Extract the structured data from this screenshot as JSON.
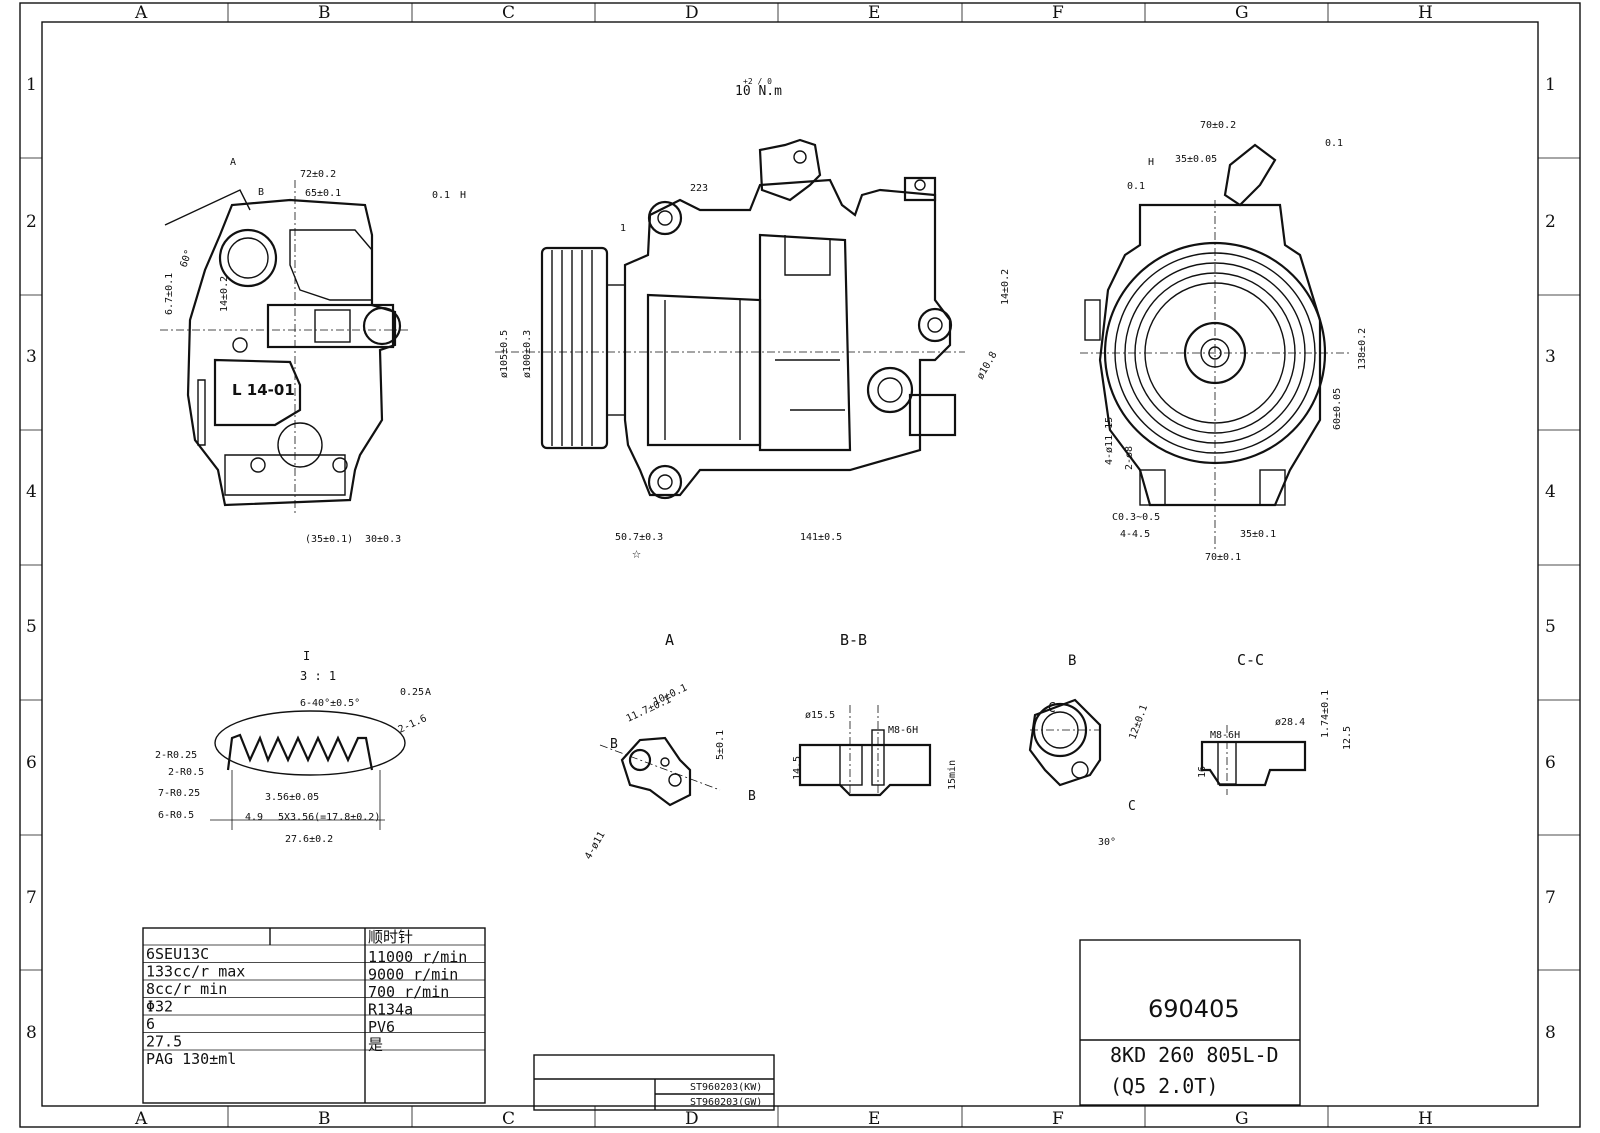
{
  "grid": {
    "cols": [
      "A",
      "B",
      "C",
      "D",
      "E",
      "F",
      "G",
      "H"
    ],
    "rows": [
      "1",
      "2",
      "3",
      "4",
      "5",
      "6",
      "7",
      "8"
    ]
  },
  "views": {
    "side_left": {
      "label_plate": "L 14-01",
      "dims": [
        "72±0.2",
        "65±0.1",
        "0.1",
        "H",
        "A",
        "B",
        "14±0.2",
        "(35±0.1)",
        "30±0.3",
        "60°",
        "6.7±0.1"
      ]
    },
    "front": {
      "torque": "10 N.m",
      "torque_tol": "+2 / 0",
      "dims": [
        "223",
        "1",
        "ø105±0.5",
        "ø100±0.3",
        "14±0.2",
        "ø10.8",
        "50.7±0.3",
        "141±0.5",
        "☆"
      ]
    },
    "side_right": {
      "dims": [
        "70±0.2",
        "35±0.05",
        "0.1",
        "H",
        "0.1",
        "138±0.2",
        "60±0.05",
        "4-ø11.15",
        "2-ø8",
        "C0.3~0.5",
        "4-4.5",
        "35±0.1",
        "70±0.1"
      ]
    }
  },
  "details": {
    "pulley_detail": {
      "title": "I",
      "scale": "3 : 1",
      "dims": [
        "6-40°±0.5°",
        "2-1.6",
        "0.25",
        "A",
        "2-R0.25",
        "2-R0.5",
        "7-R0.25",
        "6-R0.5",
        "3.56±0.05",
        "4.9",
        "5X3.56(=17.8±0.2)",
        "27.6±0.2"
      ]
    },
    "view_A": {
      "title": "A",
      "dims": [
        "10±0.1",
        "11.7±0.1",
        "5±0.1",
        "4-ø11",
        "B",
        "B"
      ]
    },
    "section_BB": {
      "title": "B-B",
      "dims": [
        "ø15.5",
        "M8-6H",
        "14.5",
        "15min"
      ]
    },
    "view_B": {
      "title": "B",
      "dims": [
        "C",
        "C",
        "12±0.1",
        "30°"
      ]
    },
    "section_CC": {
      "title": "C-C",
      "dims": [
        "M8-6H",
        "ø28.4",
        "1.74±0.1",
        "12.5",
        "16"
      ]
    }
  },
  "spec_table": {
    "left": [
      "6SEU13C",
      "133cc/r max",
      "8cc/r min",
      "Φ32",
      "6",
      "27.5",
      "PAG 130±ml"
    ],
    "right": [
      "顺时针",
      "11000 r/min",
      "9000 r/min",
      "700 r/min",
      "R134a",
      "PV6",
      "是"
    ]
  },
  "revision_table": {
    "rows": [
      "ST960203(KW)",
      "ST960203(GW)"
    ]
  },
  "title_block": {
    "part_number": "690405",
    "oem_number": "8KD 260 805L-D",
    "application": "(Q5 2.0T)"
  }
}
